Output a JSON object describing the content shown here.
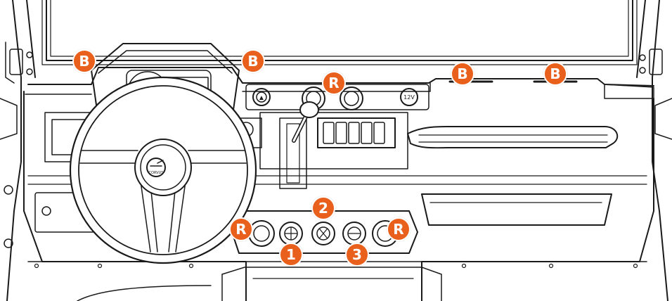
{
  "accent_color": "#e8601c",
  "illustration": {
    "steering_logo": "CORVUS",
    "outlet_label": "12V",
    "hazard_symbol": "▲"
  },
  "callouts": [
    {
      "id": "b1",
      "label": "B"
    },
    {
      "id": "b2",
      "label": "B"
    },
    {
      "id": "b3",
      "label": "B"
    },
    {
      "id": "b4",
      "label": "B"
    },
    {
      "id": "r-top",
      "label": "R"
    },
    {
      "id": "r-left",
      "label": "R"
    },
    {
      "id": "r-right",
      "label": "R"
    },
    {
      "id": "n1",
      "label": "1"
    },
    {
      "id": "n2",
      "label": "2"
    },
    {
      "id": "n3",
      "label": "3"
    }
  ]
}
